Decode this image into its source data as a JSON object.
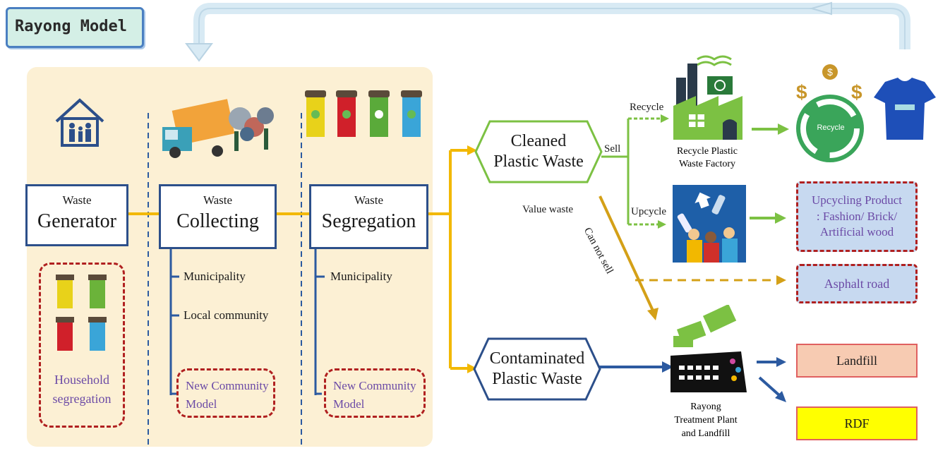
{
  "title": "Rayong Model",
  "stages": {
    "generator": {
      "small": "Waste",
      "big": "Generator"
    },
    "collecting": {
      "small": "Waste",
      "big": "Collecting"
    },
    "segregation": {
      "small": "Waste",
      "big": "Segregation"
    }
  },
  "household": {
    "line1": "Household",
    "line2": "segregation"
  },
  "collecting_items": [
    "Municipality",
    "Local community"
  ],
  "segregation_items": [
    "Municipality"
  ],
  "new_community": {
    "line1": "New Community",
    "line2": "Model"
  },
  "cleaned": {
    "line1": "Cleaned",
    "line2": "Plastic Waste"
  },
  "contaminated": {
    "line1": "Contaminated",
    "line2": "Plastic Waste"
  },
  "labels": {
    "sell": "Sell",
    "recycle": "Recycle",
    "upcycle": "Upcycle",
    "value_waste": "Value waste",
    "can_not_sell": "Can not sell",
    "recycle_badge": "Recycle"
  },
  "factory": {
    "line1": "Recycle Plastic",
    "line2": "Waste Factory"
  },
  "treatment": {
    "line1": "Rayong",
    "line2": "Treatment Plant",
    "line3": "and Landfill"
  },
  "outputs": {
    "upcycling": {
      "line1": "Upcycling Product",
      "line2": ": Fashion/ Brick/",
      "line3": "Artificial wood"
    },
    "asphalt": "Asphalt road",
    "landfill": "Landfill",
    "rdf": "RDF"
  },
  "colors": {
    "yellow_flow": "#f2b800",
    "green_flow": "#7cc143",
    "blue_flow": "#2c5aa0",
    "dashed_gold": "#d4a017",
    "dark_blue": "#2c4f8a",
    "red_dash": "#b02020"
  }
}
